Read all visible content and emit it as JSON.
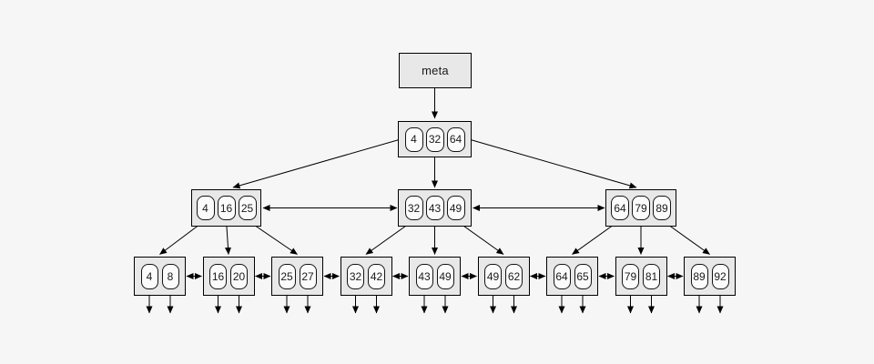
{
  "diagram_type": "b-plus-tree",
  "colors": {
    "background": "#f6f6f6",
    "node_fill": "#e8e8e8",
    "node_border": "#000000",
    "key_fill": "#fbfbfb",
    "key_border": "#141414",
    "edge": "#000000",
    "text": "#1a1a1a"
  },
  "tree": {
    "meta": {
      "label": "meta"
    },
    "root": {
      "keys": [
        "4",
        "32",
        "64"
      ]
    },
    "internal": [
      {
        "keys": [
          "4",
          "16",
          "25"
        ]
      },
      {
        "keys": [
          "32",
          "43",
          "49"
        ]
      },
      {
        "keys": [
          "64",
          "79",
          "89"
        ]
      }
    ],
    "leaves": [
      {
        "keys": [
          "4",
          "8"
        ]
      },
      {
        "keys": [
          "16",
          "20"
        ]
      },
      {
        "keys": [
          "25",
          "27"
        ]
      },
      {
        "keys": [
          "32",
          "42"
        ]
      },
      {
        "keys": [
          "43",
          "49"
        ]
      },
      {
        "keys": [
          "49",
          "62"
        ]
      },
      {
        "keys": [
          "64",
          "65"
        ]
      },
      {
        "keys": [
          "79",
          "81"
        ]
      },
      {
        "keys": [
          "89",
          "92"
        ]
      }
    ]
  }
}
